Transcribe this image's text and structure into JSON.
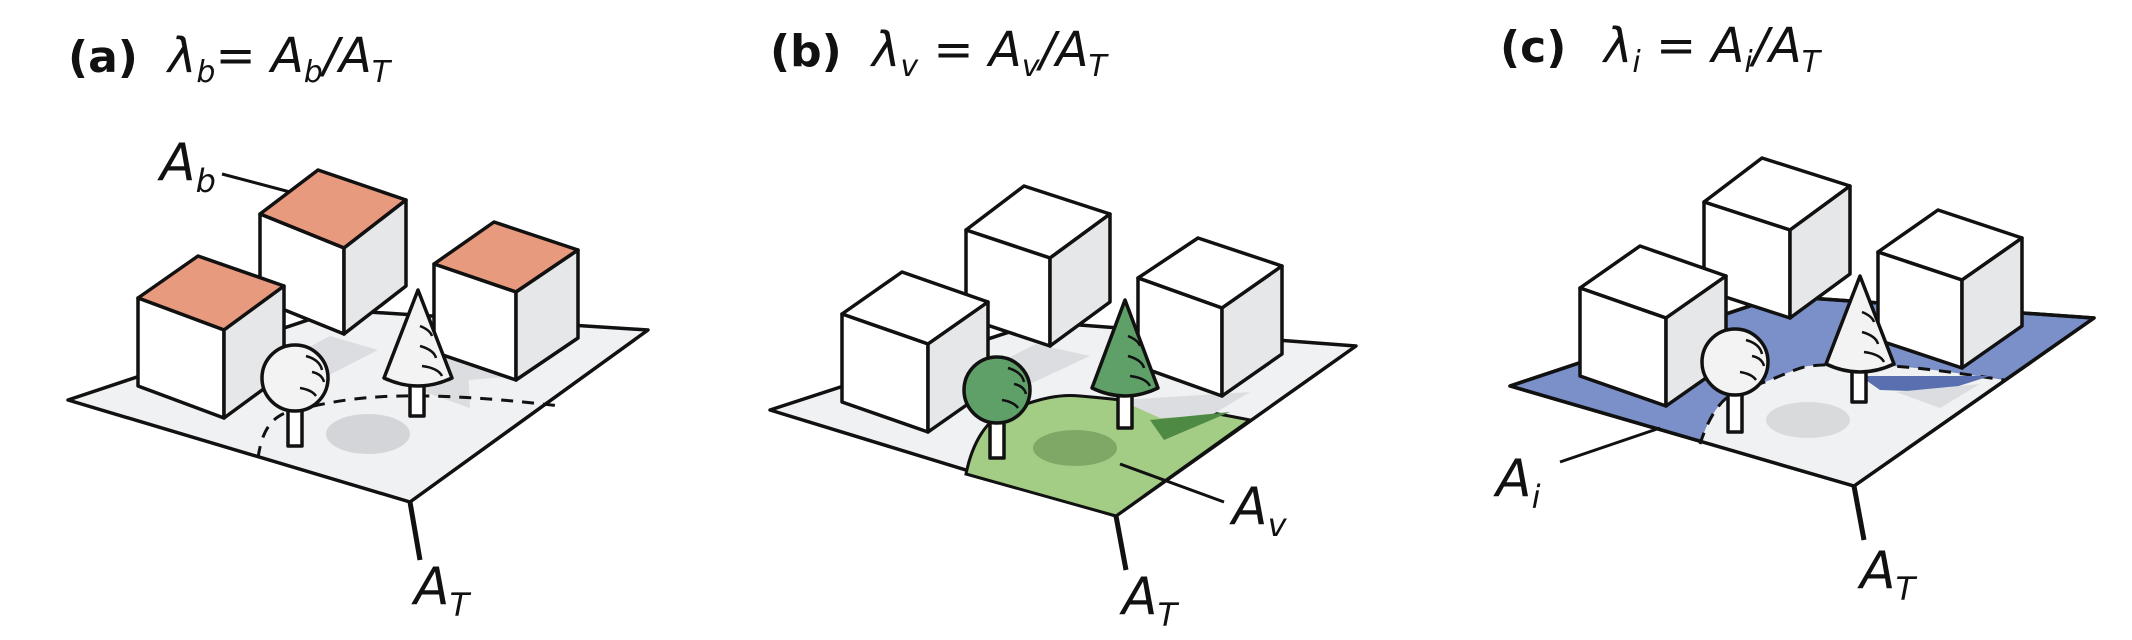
{
  "panels": [
    {
      "label": "(a)",
      "formula": {
        "lhs": "λ",
        "lhs_sub": "b",
        "eq": "= ",
        "num": "A",
        "num_sub": "b",
        "den": "/A",
        "den_sub": "T"
      },
      "area_label": {
        "main": "A",
        "sub": "b"
      },
      "total_label": {
        "main": "A",
        "sub": "T"
      },
      "highlight_color": "#e89a7e"
    },
    {
      "label": "(b)",
      "formula": {
        "lhs": "λ",
        "lhs_sub": "v",
        "eq": " = ",
        "num": "A",
        "num_sub": "v",
        "den": "/A",
        "den_sub": "T"
      },
      "area_label": {
        "main": "A",
        "sub": "v"
      },
      "total_label": {
        "main": "A",
        "sub": "T"
      },
      "highlight_color": "#a3cc85"
    },
    {
      "label": "(c)",
      "formula": {
        "lhs": "λ",
        "lhs_sub": "i",
        "eq": " = ",
        "num": "A",
        "num_sub": "i",
        "den": "/A",
        "den_sub": "T"
      },
      "area_label": {
        "main": "A",
        "sub": "i"
      },
      "total_label": {
        "main": "A",
        "sub": "T"
      },
      "highlight_color": "#7b90c8"
    }
  ],
  "colors": {
    "ground": "#f0f1f2",
    "cube_top": "#ffffff",
    "cube_left": "#ffffff",
    "cube_right": "#e6e7e9",
    "shadow": "#d9dadc",
    "tree_green_light": "#5fa068",
    "tree_green_dark": "#3f7d4a"
  }
}
